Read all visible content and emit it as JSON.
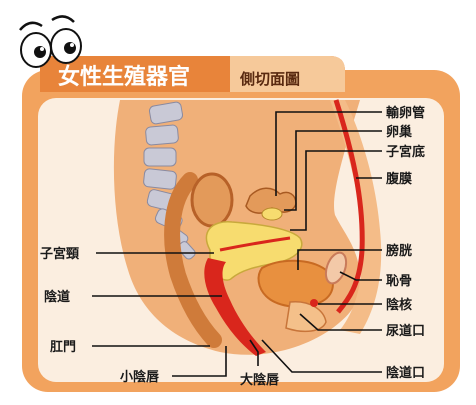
{
  "header": {
    "title": "女性生殖器官",
    "subtitle": "側切面圖",
    "mascot": "cartoon-eyes"
  },
  "labels": {
    "fallopian_tube": "輸卵管",
    "ovary": "卵巢",
    "uterine_fundus": "子宮底",
    "peritoneum": "腹膜",
    "cervix": "子宮頸",
    "bladder": "膀胱",
    "pubic_bone": "恥骨",
    "vagina": "陰道",
    "clitoris": "陰核",
    "urethral_opening": "尿道口",
    "anus": "肛門",
    "vaginal_opening": "陰道口",
    "labia_minora": "小陰唇",
    "labia_majora": "大陰唇"
  },
  "colors": {
    "frame": "#f2a35e",
    "title_bar": "#e8843a",
    "panel": "#fbeee0",
    "tissue": "#f0b079",
    "organ_red": "#d9261c",
    "bladder_yellow": "#f7dc6f",
    "spine": "#c9c9d6"
  }
}
